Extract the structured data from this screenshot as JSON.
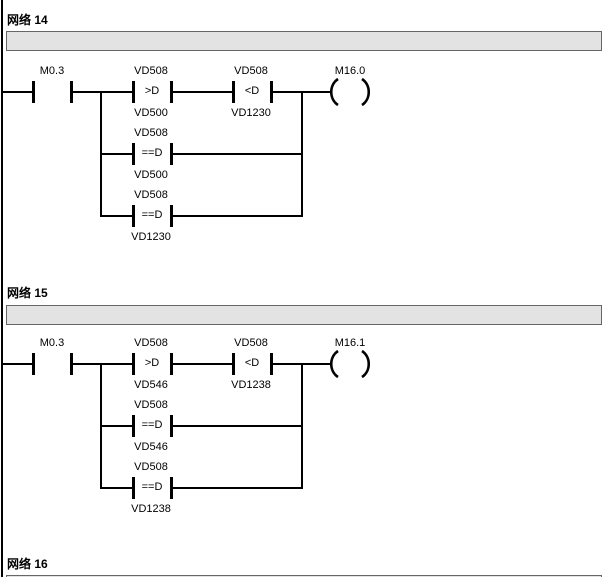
{
  "colors": {
    "background": "#ffffff",
    "line": "#000000",
    "comment_fill": "#e3e3e3",
    "comment_border": "#666666"
  },
  "networks": [
    {
      "title": "网络 14",
      "contact": "M0.3",
      "coil": "M16.0",
      "rows": [
        {
          "compares": [
            {
              "top": "VD508",
              "op": ">D",
              "bottom": "VD500"
            },
            {
              "top": "VD508",
              "op": "<D",
              "bottom": "VD1230"
            }
          ]
        },
        {
          "compares": [
            {
              "top": "VD508",
              "op": "==D",
              "bottom": "VD500"
            }
          ]
        },
        {
          "compares": [
            {
              "top": "VD508",
              "op": "==D",
              "bottom": "VD1230"
            }
          ]
        }
      ]
    },
    {
      "title": "网络 15",
      "contact": "M0.3",
      "coil": "M16.1",
      "rows": [
        {
          "compares": [
            {
              "top": "VD508",
              "op": ">D",
              "bottom": "VD546"
            },
            {
              "top": "VD508",
              "op": "<D",
              "bottom": "VD1238"
            }
          ]
        },
        {
          "compares": [
            {
              "top": "VD508",
              "op": "==D",
              "bottom": "VD546"
            }
          ]
        },
        {
          "compares": [
            {
              "top": "VD508",
              "op": "==D",
              "bottom": "VD1238"
            }
          ]
        }
      ]
    },
    {
      "title": "网络 16"
    }
  ]
}
